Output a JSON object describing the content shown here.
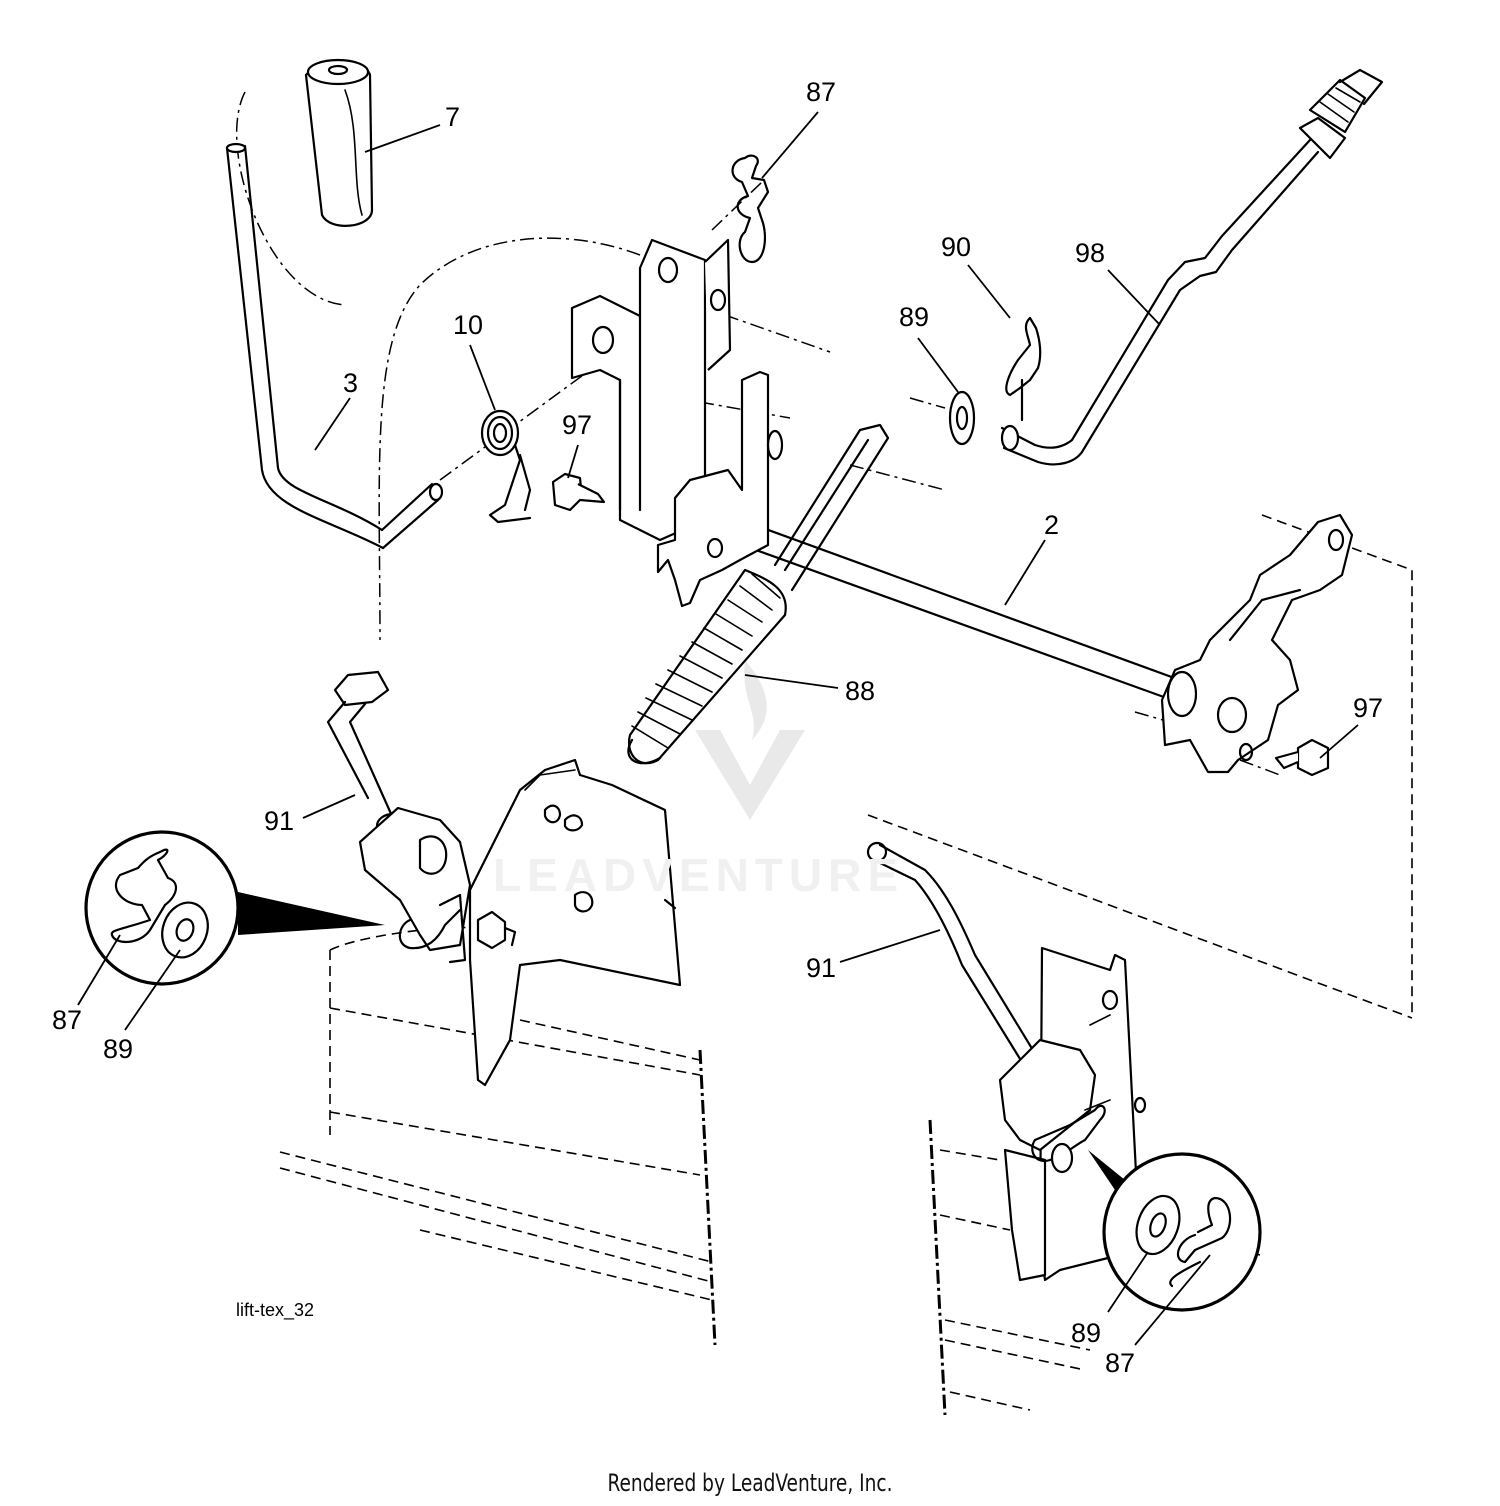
{
  "diagram": {
    "drawing_id": "lift-tex_32",
    "footer": "Rendered by LeadVenture, Inc.",
    "watermark": "LEADVENTURE",
    "callouts": [
      {
        "id": "c-7",
        "label": "7"
      },
      {
        "id": "c-87-top",
        "label": "87"
      },
      {
        "id": "c-90",
        "label": "90"
      },
      {
        "id": "c-98",
        "label": "98"
      },
      {
        "id": "c-89-top",
        "label": "89"
      },
      {
        "id": "c-10",
        "label": "10"
      },
      {
        "id": "c-3",
        "label": "3"
      },
      {
        "id": "c-97-left",
        "label": "97"
      },
      {
        "id": "c-2",
        "label": "2"
      },
      {
        "id": "c-88",
        "label": "88"
      },
      {
        "id": "c-97-right",
        "label": "97"
      },
      {
        "id": "c-91-left",
        "label": "91"
      },
      {
        "id": "c-87-left",
        "label": "87"
      },
      {
        "id": "c-89-left",
        "label": "89"
      },
      {
        "id": "c-91-right",
        "label": "91"
      },
      {
        "id": "c-89-right",
        "label": "89"
      },
      {
        "id": "c-87-right",
        "label": "87"
      }
    ]
  }
}
